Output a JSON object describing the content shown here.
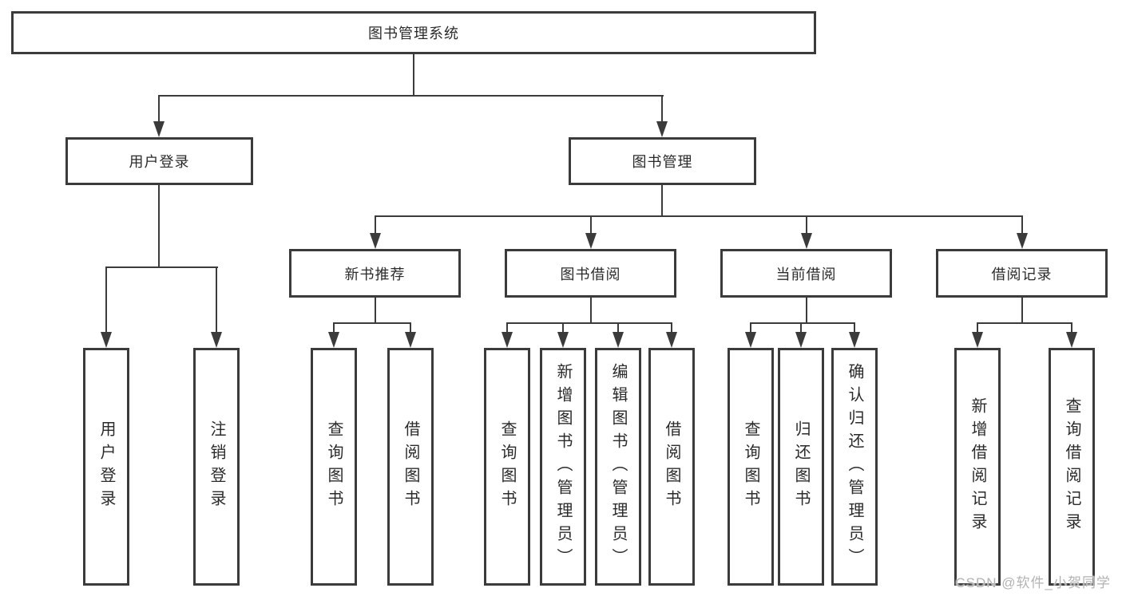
{
  "diagram": {
    "root": {
      "label": "图书管理系统",
      "children": [
        {
          "label": "用户登录",
          "children": [
            {
              "label": "用户登录"
            },
            {
              "label": "注销登录"
            }
          ]
        },
        {
          "label": "图书管理",
          "children": [
            {
              "label": "新书推荐",
              "children": [
                {
                  "label": "查询图书"
                },
                {
                  "label": "借阅图书"
                }
              ]
            },
            {
              "label": "图书借阅",
              "children": [
                {
                  "label": "查询图书"
                },
                {
                  "label": "新增图书（管理员）"
                },
                {
                  "label": "编辑图书（管理员）"
                },
                {
                  "label": "借阅图书"
                }
              ]
            },
            {
              "label": "当前借阅",
              "children": [
                {
                  "label": "查询图书"
                },
                {
                  "label": "归还图书"
                },
                {
                  "label": "确认归还（管理员）"
                }
              ]
            },
            {
              "label": "借阅记录",
              "children": [
                {
                  "label": "新增借阅记录"
                },
                {
                  "label": "查询借阅记录"
                }
              ]
            }
          ]
        }
      ]
    },
    "watermark": "CSDN @软件_小贺同学",
    "colors": {
      "line": "#3b3b3b",
      "text": "#2b2b2b",
      "background": "#ffffff",
      "watermark": "#b3b3b3"
    }
  }
}
